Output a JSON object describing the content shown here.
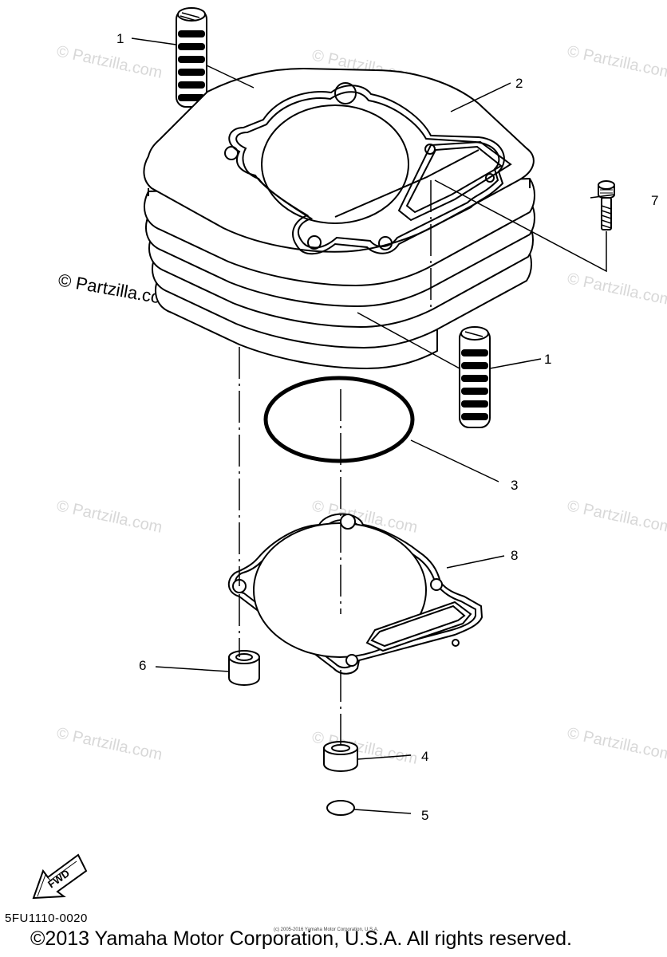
{
  "watermark": "© Partzilla.com",
  "watermark_large": "© Partzilla.com",
  "callouts": {
    "c1a": "1",
    "c2": "2",
    "c7": "7",
    "c1b": "1",
    "c3": "3",
    "c8": "8",
    "c6": "6",
    "c4": "4",
    "c5": "5"
  },
  "fwd_label": "FWD",
  "diagram_code": "5FU1110-0020",
  "copyright": "©2013 Yamaha Motor Corporation, U.S.A. All rights reserved.",
  "tiny_notice": "(c) 2005-2016 Yamaha Motor Corporation, U.S.A."
}
